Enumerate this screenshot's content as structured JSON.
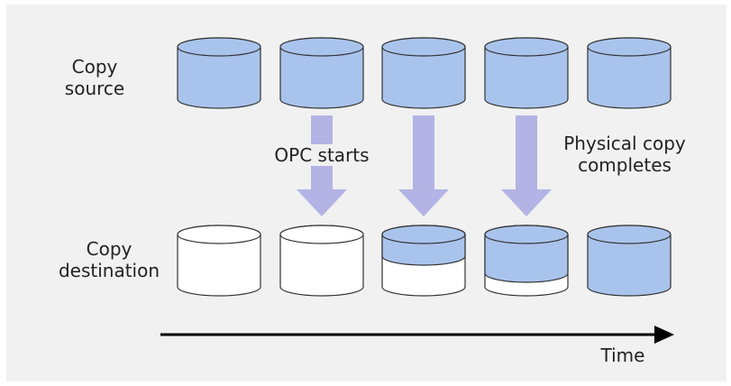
{
  "labels": {
    "copy_source": "Copy\nsource",
    "copy_destination": "Copy\ndestination",
    "opc_starts": "OPC starts",
    "physical_copy_completes": "Physical copy\ncompletes",
    "time": "Time"
  },
  "colors": {
    "background": "#f1f1f1",
    "filled": "#a9c4ec",
    "empty": "#ffffff",
    "outline": "#333333",
    "arrow": "#b3b3e6",
    "timeline": "#000000"
  },
  "copy_progress": [
    0,
    0,
    0.35,
    0.75,
    1
  ]
}
